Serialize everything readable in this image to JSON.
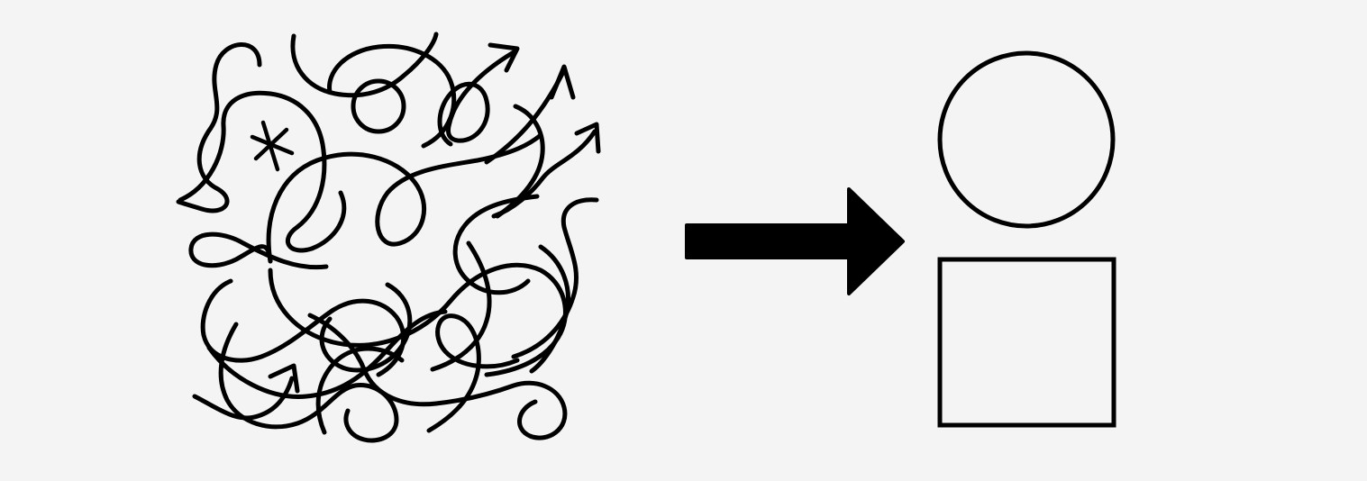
{
  "diagram": {
    "left_panel": "tangled-scribble",
    "connector": "arrow-right",
    "right_panel": [
      "circle",
      "square"
    ]
  },
  "colors": {
    "background": "#f4f4f4",
    "ink": "#000000"
  }
}
